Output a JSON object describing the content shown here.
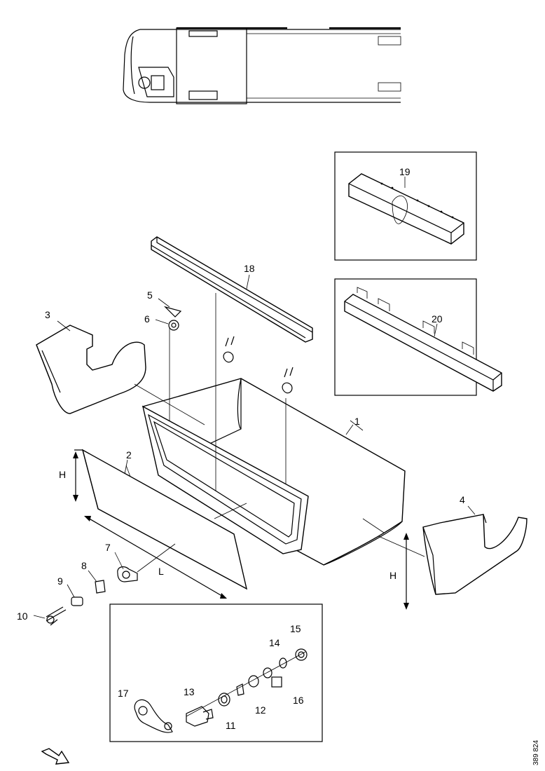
{
  "parts": [
    {
      "id": "1",
      "label": "1"
    },
    {
      "id": "2",
      "label": "2"
    },
    {
      "id": "3",
      "label": "3"
    },
    {
      "id": "4",
      "label": "4"
    },
    {
      "id": "5",
      "label": "5"
    },
    {
      "id": "6",
      "label": "6"
    },
    {
      "id": "7",
      "label": "7"
    },
    {
      "id": "8",
      "label": "8"
    },
    {
      "id": "9",
      "label": "9"
    },
    {
      "id": "10",
      "label": "10"
    },
    {
      "id": "11",
      "label": "11"
    },
    {
      "id": "12",
      "label": "12"
    },
    {
      "id": "13",
      "label": "13"
    },
    {
      "id": "14",
      "label": "14"
    },
    {
      "id": "15",
      "label": "15"
    },
    {
      "id": "16",
      "label": "16"
    },
    {
      "id": "17",
      "label": "17"
    },
    {
      "id": "18",
      "label": "18"
    },
    {
      "id": "19",
      "label": "19"
    },
    {
      "id": "20",
      "label": "20"
    }
  ],
  "dimensions": {
    "height_left": "H",
    "height_right": "H",
    "length": "L"
  },
  "reference_number": "389 824"
}
